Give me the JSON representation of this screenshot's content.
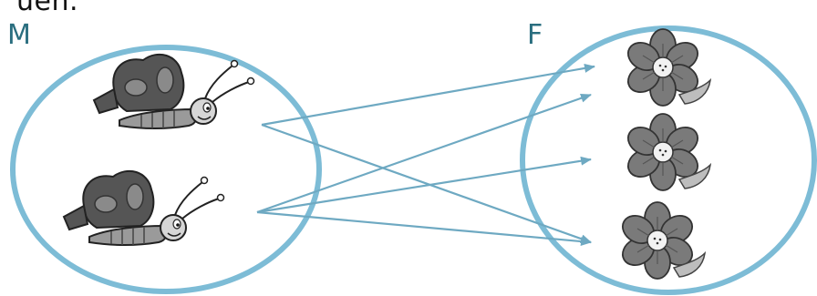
{
  "top_text": "uen.",
  "sets": {
    "domain_label": "M",
    "codomain_label": "F"
  },
  "elements": {
    "domain": [
      "butterfly",
      "butterfly"
    ],
    "codomain": [
      "flower",
      "flower",
      "flower"
    ]
  },
  "mapping": [
    {
      "from": 0,
      "to": 0
    },
    {
      "from": 0,
      "to": 2
    },
    {
      "from": 1,
      "to": 0
    },
    {
      "from": 1,
      "to": 1
    },
    {
      "from": 1,
      "to": 2
    }
  ],
  "colors": {
    "set_circle": "#7dbcd6",
    "arrow": "#6ea9c2",
    "label": "#2a6e7f",
    "butterfly_wing": "#555555",
    "butterfly_wing_inner": "#8a8a8a",
    "flower_petal": "#7a7a7a",
    "flower_center": "#f2f2f2"
  }
}
